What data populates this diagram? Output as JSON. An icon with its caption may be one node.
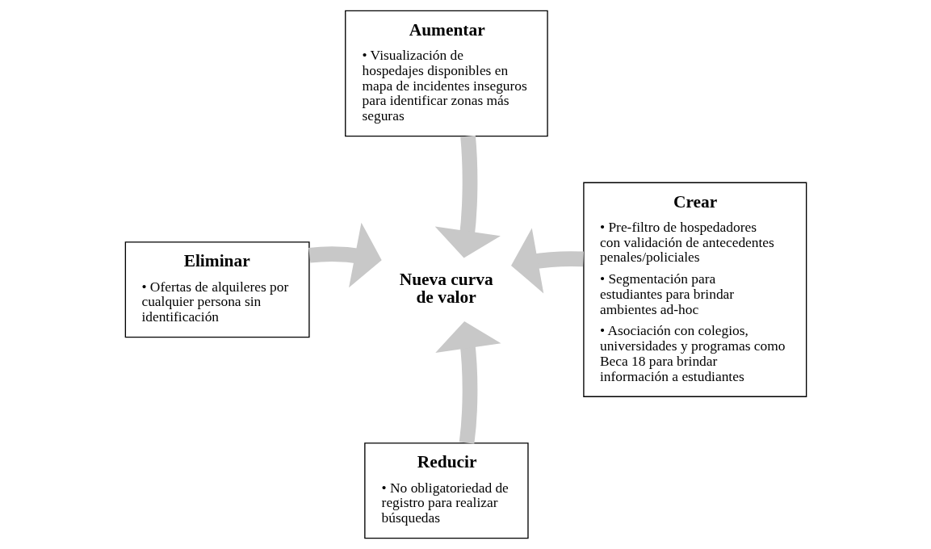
{
  "diagram": {
    "nodes": [
      {
        "text": [
          "Aumentar",
          "• Visualización de hospedajes disponibles en mapa de incidentes inseguros para identificar zonas más seguras"
        ]
      },
      {
        "text": [
          "Eliminar",
          "• Ofertas de alquileres por cualquier persona sin identificación"
        ]
      },
      {
        "text": [
          "Nueva curva de valor"
        ]
      },
      {
        "text": [
          "Crear",
          "• Pre-filtro de hospedadores con validación de antecedentes penales/policiales",
          "• Segmentación para estudiantes para brindar ambientes ad-hoc",
          "• Asociación con colegios, universidades y programas como Beca 18 para brindar información a estudiantes"
        ]
      },
      {
        "text": [
          "Reducir",
          "• No obligatoriedad de registro para realizar búsquedas"
        ]
      }
    ],
    "edges": [
      {
        "from": 0,
        "to": 2,
        "arrow": "to"
      },
      {
        "from": 1,
        "to": 2,
        "arrow": "to"
      },
      {
        "from": 3,
        "to": 2,
        "arrow": "to"
      },
      {
        "from": 4,
        "to": 2,
        "arrow": "to"
      }
    ]
  }
}
